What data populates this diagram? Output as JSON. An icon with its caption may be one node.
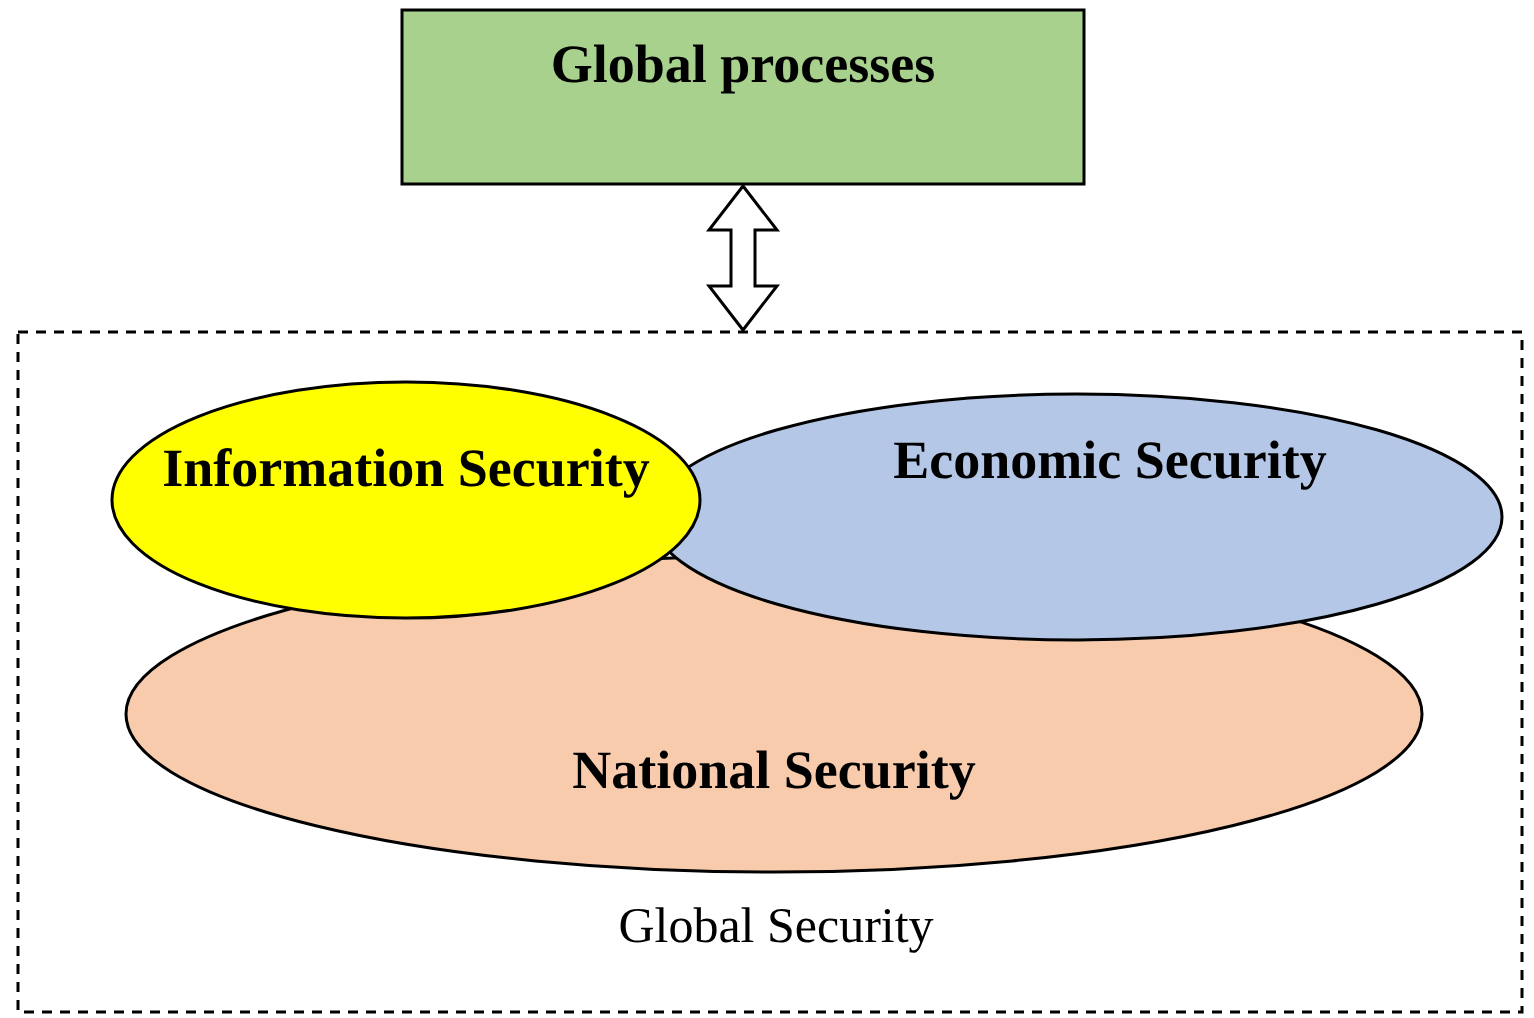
{
  "diagram": {
    "nodes": [
      {
        "text": [
          "Global processes"
        ]
      },
      {
        "text": [
          "Global Security"
        ]
      },
      {
        "text": [
          "Information Security"
        ],
        "in": 1
      },
      {
        "text": [
          "Economic  Security"
        ],
        "in": 1
      },
      {
        "text": [
          "National Security"
        ],
        "in": 1
      }
    ],
    "edges": [
      {
        "from": 0,
        "to": 1,
        "arrow": "both"
      }
    ]
  }
}
